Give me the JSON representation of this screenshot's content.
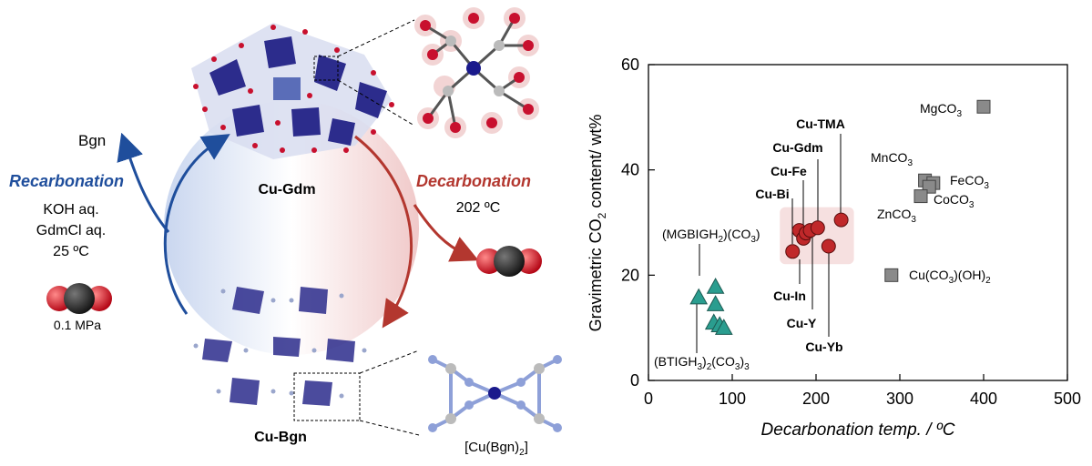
{
  "scheme": {
    "bgn": "Bgn",
    "recarbonation": "Recarbonation",
    "recarb_conditions": [
      "KOH aq.",
      "GdmCl aq.",
      "25 ºC"
    ],
    "pressure": "0.1 MPa",
    "decarbonation": "Decarbonation",
    "decarb_temp": "202 ºC",
    "cu_gdm": "Cu-Gdm",
    "cu_bgn": "Cu-Bgn",
    "complex_pre": "[Cu(Bgn)",
    "complex_sub": "2",
    "complex_post": "]",
    "colors": {
      "blue": "#1f4e9c",
      "red": "#b3372f",
      "framework": "#2c2c8c",
      "oxygen": "#c8102e"
    }
  },
  "chart_data": {
    "type": "scatter",
    "xlabel": "Decarbonation temp. / ºC",
    "ylabel_pre": "Gravimetric CO",
    "ylabel_sub": "2",
    "ylabel_post": " content/ wt%",
    "xlim": [
      0,
      500
    ],
    "ylim": [
      0,
      60
    ],
    "xticks": [
      0,
      100,
      200,
      300,
      400,
      500
    ],
    "yticks": [
      0,
      20,
      40,
      60
    ],
    "grid": false,
    "series": [
      {
        "marker": "triangle",
        "color": "#2a9d8f",
        "points": [
          [
            60,
            15.8
          ],
          [
            80,
            17.8
          ],
          [
            80,
            14.5
          ],
          [
            78,
            11
          ],
          [
            85,
            10.5
          ],
          [
            90,
            10
          ]
        ]
      },
      {
        "marker": "circle",
        "color": "#c0282a",
        "points": [
          [
            172,
            24.5
          ],
          [
            180,
            28.5
          ],
          [
            185,
            27
          ],
          [
            188,
            28
          ],
          [
            193,
            28.5
          ],
          [
            202,
            29
          ],
          [
            215,
            25.5
          ],
          [
            230,
            30.5
          ]
        ]
      },
      {
        "marker": "square",
        "color": "#8a8a8a",
        "points": [
          [
            400,
            52
          ],
          [
            330,
            38
          ],
          [
            340,
            37.5
          ],
          [
            335,
            36.8
          ],
          [
            325,
            35
          ],
          [
            290,
            20
          ]
        ]
      }
    ],
    "labels": {
      "mgco3": {
        "pre": "MgCO",
        "sub": "3"
      },
      "mnco3": {
        "pre": "MnCO",
        "sub": "3"
      },
      "feco3": {
        "pre": "FeCO",
        "sub": "3"
      },
      "coco3": {
        "pre": "CoCO",
        "sub": "3"
      },
      "znco3": {
        "pre": "ZnCO",
        "sub": "3"
      },
      "cucooh": {
        "pre": "Cu(CO",
        "sub": "3",
        "post": ")(OH)",
        "sub2": "2"
      },
      "mgbig": {
        "pre": "(MGBIGH",
        "sub": "2",
        "post": ")(CO",
        "sub2": "3",
        "post2": ")"
      },
      "btig": {
        "pre": "(BTIGH",
        "sub": "3",
        "post": ")",
        "sub2": "2",
        "post2": "(CO",
        "sub3": "3",
        "post3": ")",
        "sub4": "3"
      },
      "cu_tma": "Cu-TMA",
      "cu_gdm": "Cu-Gdm",
      "cu_fe": "Cu-Fe",
      "cu_bi": "Cu-Bi",
      "cu_in": "Cu-In",
      "cu_y": "Cu-Y",
      "cu_yb": "Cu-Yb"
    }
  }
}
